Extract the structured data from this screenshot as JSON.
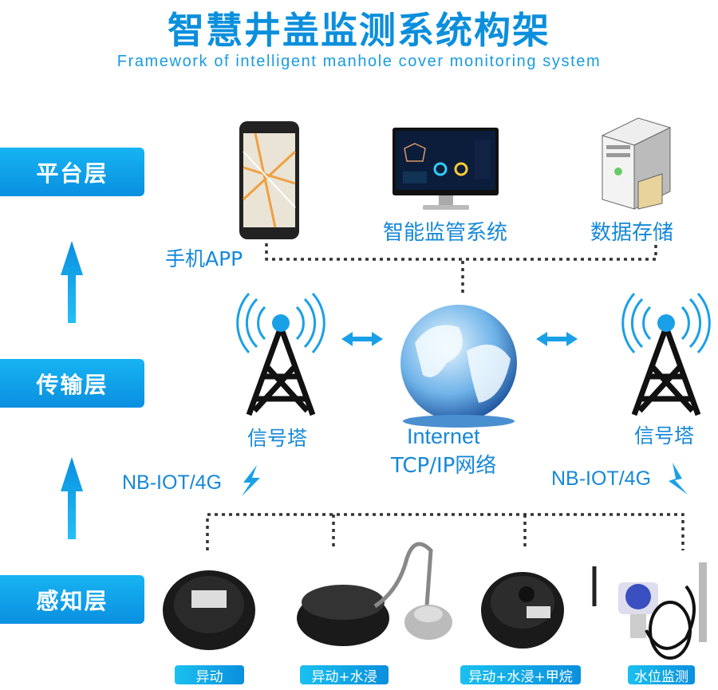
{
  "title": "智慧井盖监测系统构架",
  "subtitle": "Framework of intelligent manhole cover monitoring system",
  "layers": [
    "平台层",
    "传输层",
    "感知层"
  ],
  "platform": {
    "app": "手机APP",
    "monitor": "智能监管系统",
    "storage": "数据存储"
  },
  "transport": {
    "tower_left": "信号塔",
    "tower_right": "信号塔",
    "internet": "Internet",
    "network": "TCP/IP网络",
    "link_left": "NB-IOT/4G",
    "link_right": "NB-IOT/4G"
  },
  "devices": [
    "异动",
    "异动+水浸",
    "异动+水浸+甲烷",
    "水位监测"
  ],
  "colors": {
    "accent": "#0b8fdc",
    "label": "#1688d8"
  }
}
